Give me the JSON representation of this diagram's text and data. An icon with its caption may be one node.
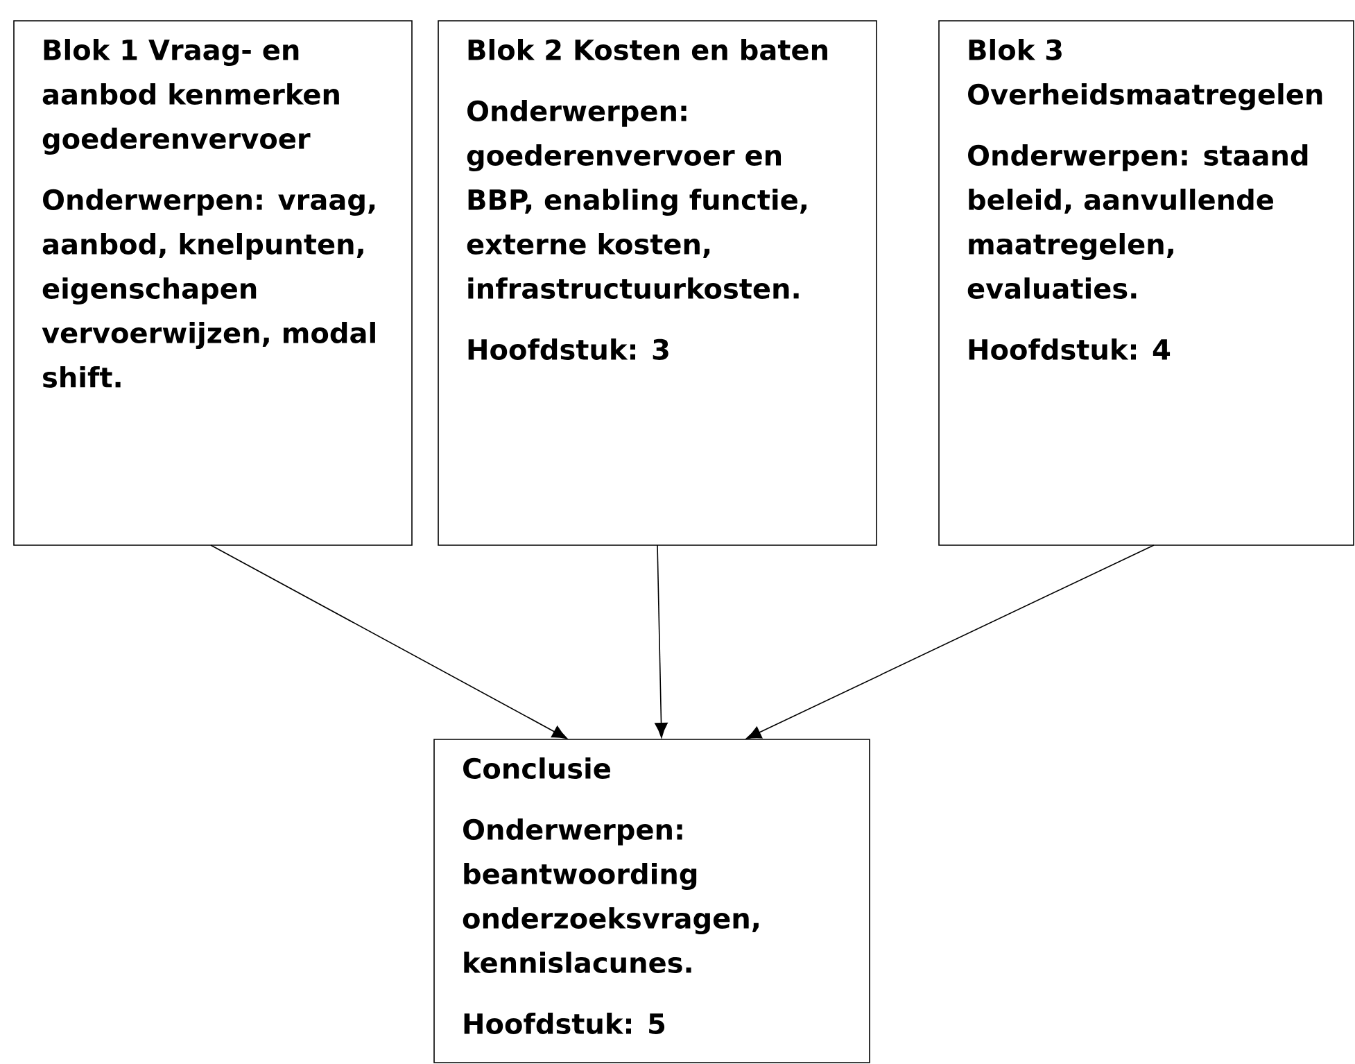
{
  "diagram": {
    "nodes": [
      {
        "text": [
          "Blok 1 Vraag- en aanbod kenmerken goederenvervoer",
          "Onderwerpen: vraag, aanbod, knelpunten, eigenschapen vervoerwijzen, modal shift."
        ]
      },
      {
        "text": [
          "Blok 2 Kosten en baten",
          "Onderwerpen: goederenvervoer en BBP, enabling functie, externe kosten, infrastructuurkosten.",
          "Hoofdstuk: 3"
        ]
      },
      {
        "text": [
          "Blok 3 Overheidsmaatregelen",
          "Onderwerpen: staand beleid, aanvullende maatregelen, evaluaties.",
          "Hoofdstuk: 4"
        ]
      },
      {
        "text": [
          "Conclusie",
          "Onderwerpen: beantwoording onderzoeksvragen, kennislacunes.",
          "Hoofdstuk: 5"
        ]
      }
    ],
    "edges": [
      {
        "from": 0,
        "to": 3,
        "arrow": "to"
      },
      {
        "from": 1,
        "to": 3,
        "arrow": "to"
      },
      {
        "from": 2,
        "to": 3,
        "arrow": "to"
      }
    ]
  }
}
